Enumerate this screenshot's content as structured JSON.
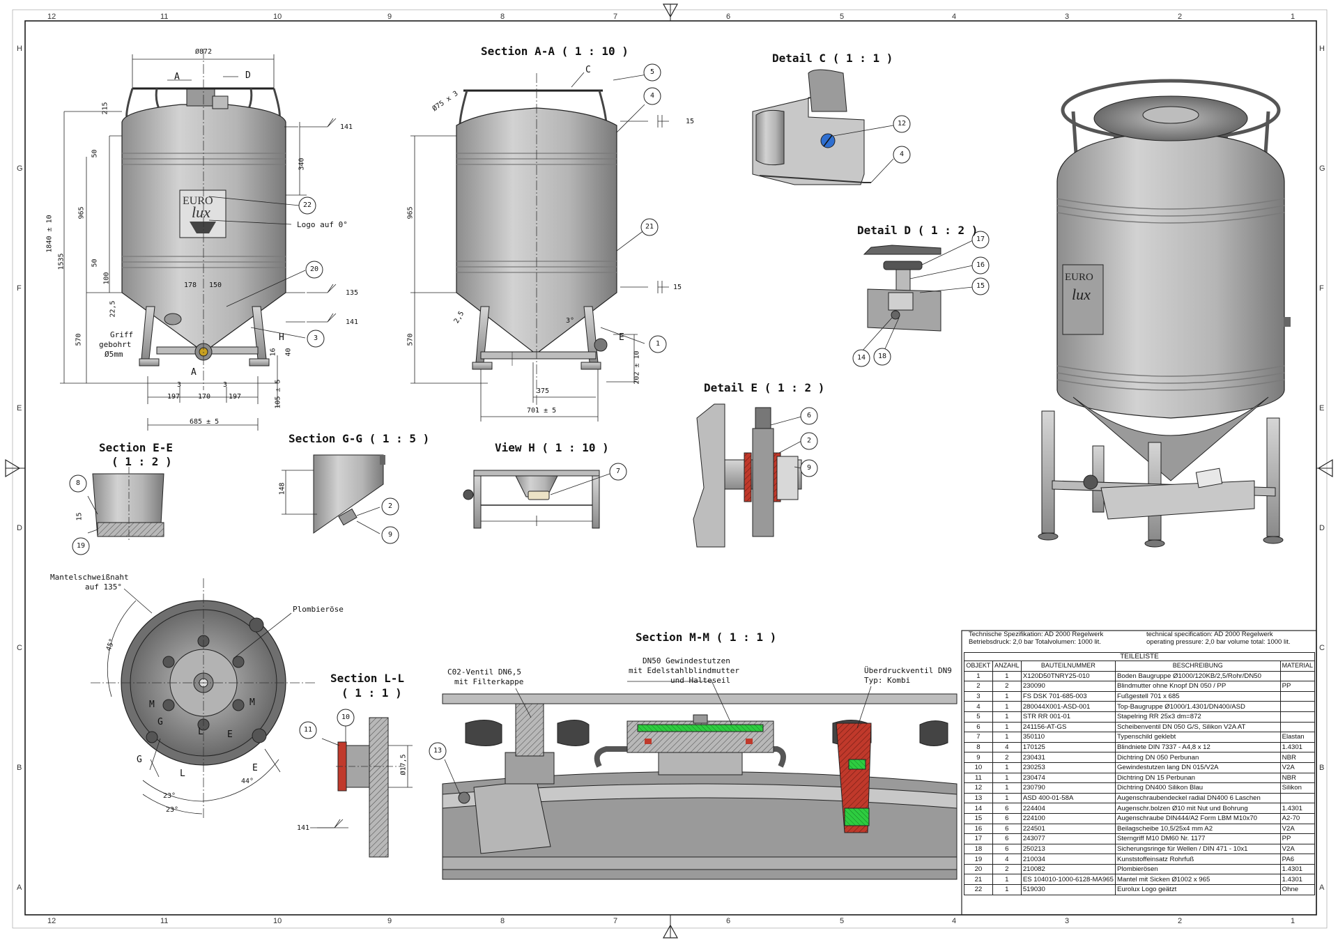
{
  "grid": {
    "columns": [
      "12",
      "11",
      "10",
      "9",
      "8",
      "7",
      "6",
      "5",
      "4",
      "3",
      "2",
      "1"
    ],
    "rows": [
      "H",
      "G",
      "F",
      "E",
      "D",
      "C",
      "B",
      "A"
    ]
  },
  "views": {
    "section_aa": "Section A-A ( 1 : 10 )",
    "detail_c": "Detail C ( 1 : 1 )",
    "detail_d": "Detail D ( 1 : 2 )",
    "detail_e": "Detail E ( 1 : 2 )",
    "section_ee_1": "Section E-E",
    "section_ee_2": "( 1 : 2 )",
    "section_gg": "Section G-G ( 1 : 5 )",
    "view_h": "View H ( 1 : 10 )",
    "section_mm": "Section M-M ( 1 : 1 )",
    "section_ll_1": "Section L-L",
    "section_ll_2": "( 1 : 1 )"
  },
  "annotations": {
    "logo_auf": "Logo auf 0°",
    "griff_1": "Griff",
    "griff_2": "gebohrt",
    "griff_3": "Ø5mm",
    "mantel_1": "Mantelschweißnaht",
    "mantel_2": "auf 135°",
    "plombierose": "Plombieröse",
    "co2_1": "C02-Ventil DN6,5",
    "co2_2": "mit Filterkappe",
    "dn50_1": "DN50 Gewindestutzen",
    "dn50_2": "mit Edelstahlblindmutter",
    "dn50_3": "und Halteseil",
    "ueber_1": "Überdruckventil DN9",
    "ueber_2": "Typ: Kombi",
    "euro": "EURO",
    "lux": "lux"
  },
  "dimensions": {
    "d872": "Ø872",
    "h215": "215",
    "h340": "340",
    "h965": "965",
    "h1840": "1840 ± 10",
    "h1535": "1535",
    "h570": "570",
    "h225": "22,5",
    "w178": "178",
    "w150": "150",
    "w197a": "197",
    "w170": "170",
    "w197b": "197",
    "w685": "685 ± 5",
    "h105": "105 ± 5",
    "h16": "16",
    "h40": "40",
    "w3a": "3",
    "w3b": "3",
    "w375": "375",
    "w701": "701 ± 5",
    "h202": "202 ± 10",
    "d75": "Ø75 x 3",
    "a3": "3°",
    "w25": "2,5",
    "h148": "148",
    "d175": "Ø17,5",
    "a45": "45°",
    "a23a": "23°",
    "a23b": "23°",
    "a44": "44°",
    "h50a": "50",
    "h50b": "50",
    "h100": "100"
  },
  "letters": {
    "A1": "A",
    "A2": "A",
    "D": "D",
    "C": "C",
    "E": "E",
    "H": "H",
    "M1": "M",
    "M2": "M",
    "G1": "G",
    "G2": "G",
    "L1": "L",
    "L2": "L",
    "E1": "E",
    "E2": "E"
  },
  "weld": {
    "w141a": "141",
    "w135": "135",
    "w141b": "141",
    "w15a": "15",
    "w15b": "15",
    "w141c": "141"
  },
  "balloons": {
    "b22": "22",
    "b20": "20",
    "b3": "3",
    "b5": "5",
    "b4a": "4",
    "b21": "21",
    "b1": "1",
    "b12": "12",
    "b4b": "4",
    "b17": "17",
    "b16": "16",
    "b15": "15",
    "b14": "14",
    "b18": "18",
    "b6": "6",
    "b2a": "2",
    "b9a": "9",
    "b7": "7",
    "b8": "8",
    "b19": "19",
    "b2b": "2",
    "b9b": "9",
    "b10": "10",
    "b11": "11",
    "b13": "13"
  },
  "spec": {
    "de_1": "Technische Spezifikation: AD 2000 Regelwerk",
    "de_2": "Betriebsdruck: 2,0 bar      Totalvolumen: 1000 lit.",
    "en_1": "technical specification: AD 2000 Regelwerk",
    "en_2": "operating pressure: 2,0 bar      volume total: 1000 lit."
  },
  "parts_list": {
    "caption": "TEILELISTE",
    "headers": [
      "OBJEKT",
      "ANZAHL",
      "BAUTEILNUMMER",
      "BESCHREIBUNG",
      "MATERIAL"
    ],
    "rows": [
      [
        "1",
        "1",
        "X120D50TNRY25-010",
        "Boden Baugruppe Ø1000/120KB/2,5/Rohr/DN50",
        ""
      ],
      [
        "2",
        "2",
        "230090",
        "Blindmutter ohne Knopf DN 050 / PP",
        "PP"
      ],
      [
        "3",
        "1",
        "FS DSK 701-685-003",
        "Fußgestell 701 x 685",
        ""
      ],
      [
        "4",
        "1",
        "280044X001-ASD-001",
        "Top-Baugruppe Ø1000/1.4301/DN400/ASD",
        ""
      ],
      [
        "5",
        "1",
        "STR RR 001-01",
        "Stapelring RR 25x3 dm=872",
        ""
      ],
      [
        "6",
        "1",
        "241156-AT-GS",
        "Scheibenventil DN 050 G/S, Silikon V2A AT",
        ""
      ],
      [
        "7",
        "1",
        "350110",
        "Typenschild geklebt",
        "Elastan"
      ],
      [
        "8",
        "4",
        "170125",
        "Blindniete DIN 7337 - A4,8 x 12",
        "1.4301"
      ],
      [
        "9",
        "2",
        "230431",
        "Dichtring DN 050 Perbunan",
        "NBR"
      ],
      [
        "10",
        "1",
        "230253",
        "Gewindestutzen lang DN 015/V2A",
        "V2A"
      ],
      [
        "11",
        "1",
        "230474",
        "Dichtring DN 15 Perbunan",
        "NBR"
      ],
      [
        "12",
        "1",
        "230790",
        "Dichtring DN400 Silikon Blau",
        "Silikon"
      ],
      [
        "13",
        "1",
        "ASD 400-01-58A",
        "Augenschraubendeckel radial DN400 6 Laschen",
        ""
      ],
      [
        "14",
        "6",
        "224404",
        "Augenschr.bolzen Ø10 mit Nut und Bohrung",
        "1.4301"
      ],
      [
        "15",
        "6",
        "224100",
        "Augenschraube DIN444/A2 Form LBM M10x70",
        "A2-70"
      ],
      [
        "16",
        "6",
        "224501",
        "Beilagscheibe 10,5/25x4 mm A2",
        "V2A"
      ],
      [
        "17",
        "6",
        "243077",
        "Sterngriff M10 DM60 Nr. 1177",
        "PP"
      ],
      [
        "18",
        "6",
        "250213",
        "Sicherungsringe für Wellen / DIN 471 - 10x1",
        "V2A"
      ],
      [
        "19",
        "4",
        "210034",
        "Kunststoffeinsatz Rohrfuß",
        "PA6"
      ],
      [
        "20",
        "2",
        "210082",
        "Plombierösen",
        "1.4301"
      ],
      [
        "21",
        "1",
        "ES 104010-1000-6128-MA965",
        "Mantel mit Sicken Ø1002 x 965",
        "1.4301"
      ],
      [
        "22",
        "1",
        "519030",
        "Eurolux Logo geätzt",
        "Ohne"
      ]
    ]
  },
  "colors": {
    "line": "#1a1a1a",
    "steel_light": "#c9c9c9",
    "steel_mid": "#a8a8a8",
    "steel_dark": "#6f6f6f",
    "seal_red": "#c0392b",
    "seal_green": "#2ecc40",
    "seal_blue": "#2f6fd0"
  }
}
